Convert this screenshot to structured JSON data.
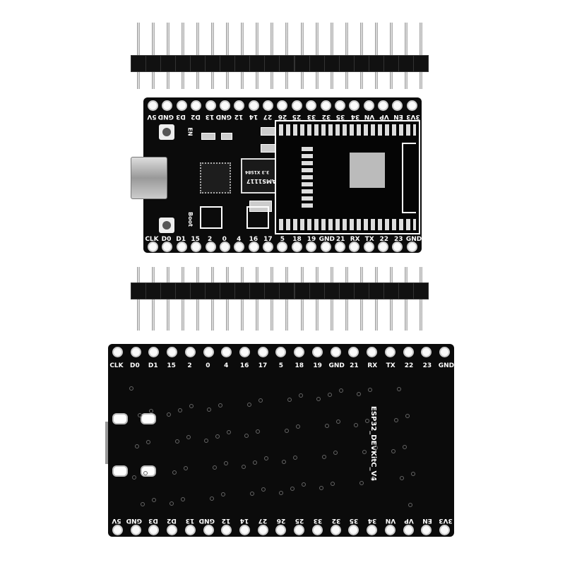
{
  "top_board": {
    "top_row_labels": [
      "5V",
      "GND",
      "D3",
      "D2",
      "13",
      "GND",
      "12",
      "14",
      "27",
      "26",
      "25",
      "33",
      "32",
      "35",
      "34",
      "VN",
      "VP",
      "EN",
      "3V3"
    ],
    "bottom_row_labels": [
      "CLK",
      "D0",
      "D1",
      "15",
      "2",
      "0",
      "4",
      "16",
      "17",
      "5",
      "18",
      "19",
      "GND",
      "21",
      "RX",
      "TX",
      "22",
      "23",
      "GND"
    ],
    "button_en_label": "EN",
    "button_boot_label": "Boot",
    "regulator_label": "AMS1117",
    "regulator_sub": "3.3 X1S84"
  },
  "bottom_board": {
    "top_row_labels": [
      "CLK",
      "D0",
      "D1",
      "15",
      "2",
      "0",
      "4",
      "16",
      "17",
      "5",
      "18",
      "19",
      "GND",
      "21",
      "RX",
      "TX",
      "22",
      "23",
      "GND"
    ],
    "bottom_row_labels": [
      "5V",
      "GND",
      "D3",
      "D2",
      "13",
      "GND",
      "12",
      "14",
      "27",
      "26",
      "25",
      "33",
      "32",
      "35",
      "34",
      "VN",
      "VP",
      "EN",
      "3V3"
    ],
    "board_name": "ESP32_DEVKitC_V4"
  },
  "header_pin_count": 20
}
